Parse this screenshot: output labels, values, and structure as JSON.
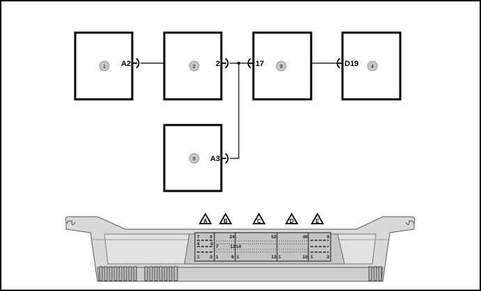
{
  "components": [
    {
      "id": "1",
      "pin_label": "A2"
    },
    {
      "id": "2",
      "pin_label": "2"
    },
    {
      "id": "3",
      "pin_label": "17"
    },
    {
      "id": "4",
      "pin_label": "D19"
    },
    {
      "id": "5",
      "pin_label": "A3"
    }
  ],
  "connector": {
    "sections": [
      {
        "letter": "A",
        "pins": [
          "7",
          "9",
          "4",
          "6",
          "1",
          "3"
        ]
      },
      {
        "letter": "B",
        "pins": [
          "24",
          "7",
          "12",
          "1",
          "6"
        ]
      },
      {
        "letter": "C",
        "pins": [
          "52",
          "14",
          "1",
          "13"
        ]
      },
      {
        "letter": "D",
        "pins": [
          "40",
          "1",
          "10"
        ]
      },
      {
        "letter": "E",
        "pins": [
          "9",
          "1",
          "3"
        ]
      }
    ]
  },
  "colors": {
    "line": "#000000",
    "badge": "#c8c8c8",
    "housing": "#d9d9d9",
    "connector": "#c4c4c4"
  }
}
